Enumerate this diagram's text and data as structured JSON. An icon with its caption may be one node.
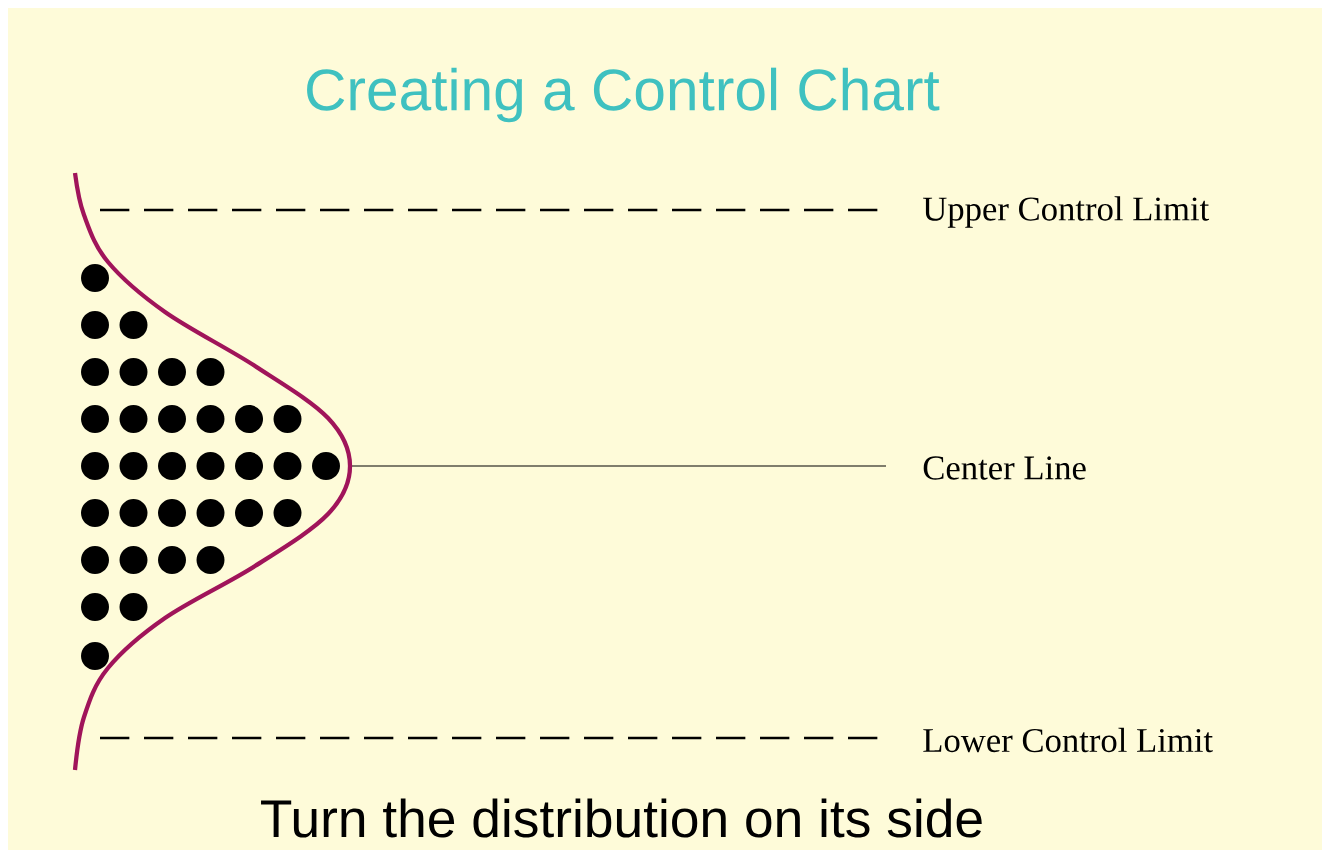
{
  "diagram": {
    "title": "Creating a Control Chart",
    "caption": "Turn the distribution on its side",
    "labels": [
      "Upper Control Limit",
      "Center Line",
      "Lower Control Limit"
    ]
  }
}
